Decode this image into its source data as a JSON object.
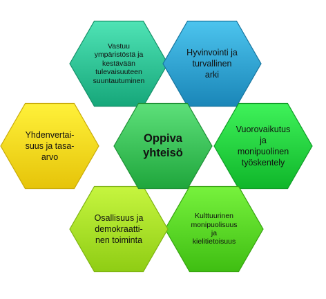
{
  "diagram": {
    "center": {
      "label": "Oppiva\nyhteisö",
      "color_top": "#5de07a",
      "color_bottom": "#1fa63c",
      "stroke": "#1e8f35"
    },
    "hexagons": [
      {
        "id": "top-left",
        "label": "Vastuu\nympäristöstä ja\nkestävään\ntulevaisuuteen\nsuuntautuminen",
        "color_top": "#4fe3b5",
        "color_bottom": "#16a77a",
        "stroke": "#149068"
      },
      {
        "id": "top-right",
        "label": "Hyvinvointi ja\nturvallinen\narki",
        "color_top": "#4cc4ee",
        "color_bottom": "#1a86b8",
        "stroke": "#17759f"
      },
      {
        "id": "right",
        "label": "Vuorovaikutus\nja\nmonipuolinen\ntyöskentely",
        "color_top": "#3ff25a",
        "color_bottom": "#0fb62a",
        "stroke": "#0f9c26"
      },
      {
        "id": "bottom-right",
        "label": "Kulttuurinen\nmonipuolisuus\nja\nkielitietoisuus",
        "color_top": "#77f23d",
        "color_bottom": "#3fbe12",
        "stroke": "#36a30f"
      },
      {
        "id": "bottom-left",
        "label": "Osallisuus ja\ndemokraatti-\nnen toiminta",
        "color_top": "#c6f53f",
        "color_bottom": "#8fcd14",
        "stroke": "#7db311"
      },
      {
        "id": "left",
        "label": "Yhdenvertai-\nsuus ja tasa-\narvo",
        "color_top": "#fff13a",
        "color_bottom": "#e6c409",
        "stroke": "#c9ab08"
      }
    ]
  }
}
